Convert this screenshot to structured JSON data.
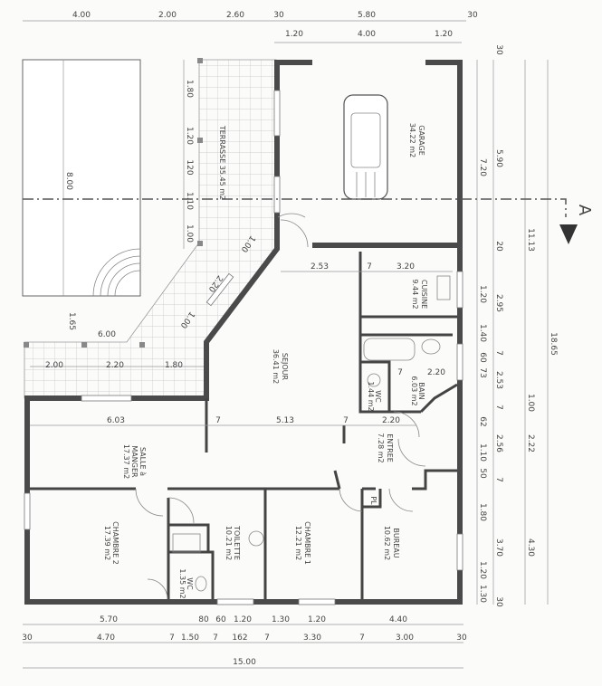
{
  "dims": {
    "top1": [
      "4.00",
      "2.00",
      "2.60",
      "30",
      "5.80",
      "30"
    ],
    "top2": [
      "1.20",
      "4.00",
      "1.20"
    ],
    "bottom1": [
      "5.70",
      "80",
      "60",
      "1.20",
      "1.30",
      "1.20",
      "4.40"
    ],
    "bottom2": [
      "30",
      "4.70",
      "7",
      "1.50",
      "7",
      "162",
      "7",
      "3.30",
      "7",
      "3.00",
      "30"
    ],
    "bottom_total": "15.00",
    "right1": [
      "7.20",
      "1.20",
      "1.40",
      "60",
      "73",
      "62",
      "1.10",
      "50",
      "1.80",
      "1.20",
      "1.30"
    ],
    "right2": [
      "30",
      "5.90",
      "20",
      "2.95",
      "7",
      "2.53",
      "7",
      "2.56",
      "7",
      "3.70",
      "30"
    ],
    "right3": [
      "11.13",
      "1.00",
      "2.22",
      "4.30"
    ],
    "right_total": "18.65",
    "terrace_v": [
      "1.80",
      "1.20",
      "120",
      "1.10",
      "1.00"
    ],
    "pool_length": "8.00",
    "pool_gap": "1.65",
    "terrace_h": [
      "6.00",
      "2.00",
      "2.20",
      "1.80"
    ],
    "terrace_diag": [
      "1.00",
      "2.20",
      "1.00"
    ],
    "interior": [
      "2.53",
      "7",
      "3.20",
      "7",
      "2.20",
      "6.03",
      "7",
      "5.13",
      "7",
      "2.20"
    ]
  },
  "rooms": {
    "garage": {
      "name": "GARAGE",
      "area": "34.22 m2"
    },
    "terrasse": {
      "name": "TERRASSE 35.45 m2"
    },
    "cuisine": {
      "name": "CUISINE",
      "area": "9.44 m2"
    },
    "sejour": {
      "name": "SEJOUR",
      "area": "36.41 m2"
    },
    "bain": {
      "name": "BAIN",
      "area": "6.03 m2"
    },
    "wc1": {
      "name": "WC",
      "area": "1.44 m2"
    },
    "entree": {
      "name": "ENTREE",
      "area": "7.28 m2"
    },
    "salle": {
      "name1": "SALLE à",
      "name2": "MANGER",
      "area": "17.37 m2"
    },
    "chambre2": {
      "name": "CHAMBRE 2",
      "area": "17.39 m2"
    },
    "toilette": {
      "name": "TOILETTE",
      "area": "10.21 m2"
    },
    "chambre1": {
      "name": "CHAMBRE 1",
      "area": "12.21 m2"
    },
    "bureau": {
      "name": "BUREAU",
      "area": "10.62 m2"
    },
    "wc2": {
      "name": "WC",
      "area": "1.35 m2"
    },
    "placard": {
      "name": "PL"
    }
  },
  "section": {
    "label": "A"
  }
}
